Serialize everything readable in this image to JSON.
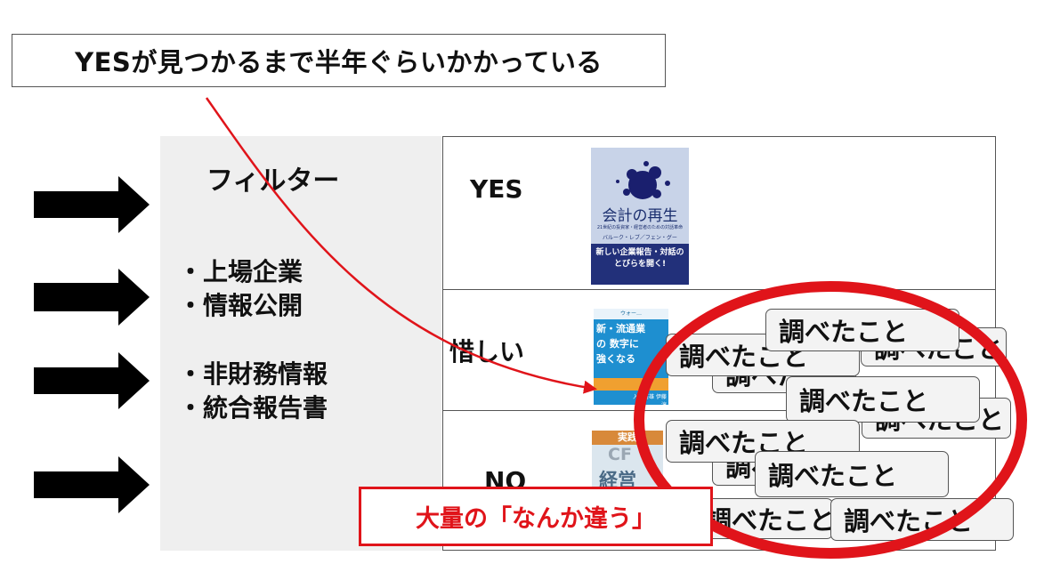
{
  "top_note": "YESが見つかるまで半年ぐらいかかっている",
  "filter": {
    "title": "フィルター",
    "criteria": [
      "・上場企業",
      "・情報公開",
      "・非財務情報",
      "・統合報告書"
    ]
  },
  "rows": [
    {
      "label": "YES"
    },
    {
      "label": "惜しい"
    },
    {
      "label": "NO"
    }
  ],
  "books": {
    "yes": {
      "title": "会計の再生",
      "subtitle": "21世紀の投資家・経営者のための対話革命",
      "author": "バルーク・レブ／フェン・グー",
      "band": "新しい企業報告・対話の とびらを開く!"
    },
    "almost": {
      "top": "ウォー…",
      "title": "新・流通業の 数字に 強くなる",
      "author": "入間吉雄 伊藤淳"
    },
    "no": {
      "line1": "実践",
      "line2": "CF",
      "line3": "経営"
    }
  },
  "notes": [
    "調べたこと",
    "調べたこと",
    "調べたこと",
    "調べたこと",
    "調べたこと",
    "調べたこと",
    "調べたこと",
    "調べたこと"
  ],
  "red_label": "大量の「なんか違う」",
  "colors": {
    "accent_red": "#e0141a",
    "panel_gray": "#efefef",
    "arrow_black": "#000000"
  }
}
